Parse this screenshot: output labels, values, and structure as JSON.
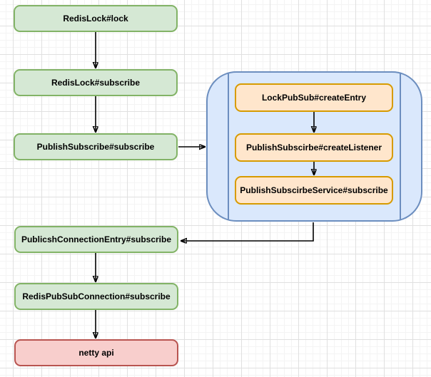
{
  "nodes": {
    "redis_lock": {
      "label": "RedisLock#lock"
    },
    "redis_subscribe": {
      "label": "RedisLock#subscribe"
    },
    "publish_subscribe": {
      "label": "PublishSubscribe#subscribe"
    },
    "create_entry": {
      "label": "LockPubSub#createEntry"
    },
    "create_listener": {
      "label": "PublishSubscirbe#createListener"
    },
    "service_subscribe": {
      "label": "PublishSubscirbeService#subscribe"
    },
    "connection_entry": {
      "label": "PublicshConnectionEntry#subscribe"
    },
    "pubsub_connection": {
      "label": "RedisPubSubConnection#subscribe"
    },
    "netty_api": {
      "label": "netty api"
    }
  },
  "colors": {
    "node_green_fill": "#d5e8d4",
    "node_green_stroke": "#82b366",
    "node_orange_fill": "#ffe6cc",
    "node_orange_stroke": "#d79b00",
    "container_blue_fill": "#dae8fc",
    "container_blue_stroke": "#6c8ebf",
    "node_red_fill": "#f8cecc",
    "node_red_stroke": "#b85450",
    "connector_black": "#000000"
  }
}
